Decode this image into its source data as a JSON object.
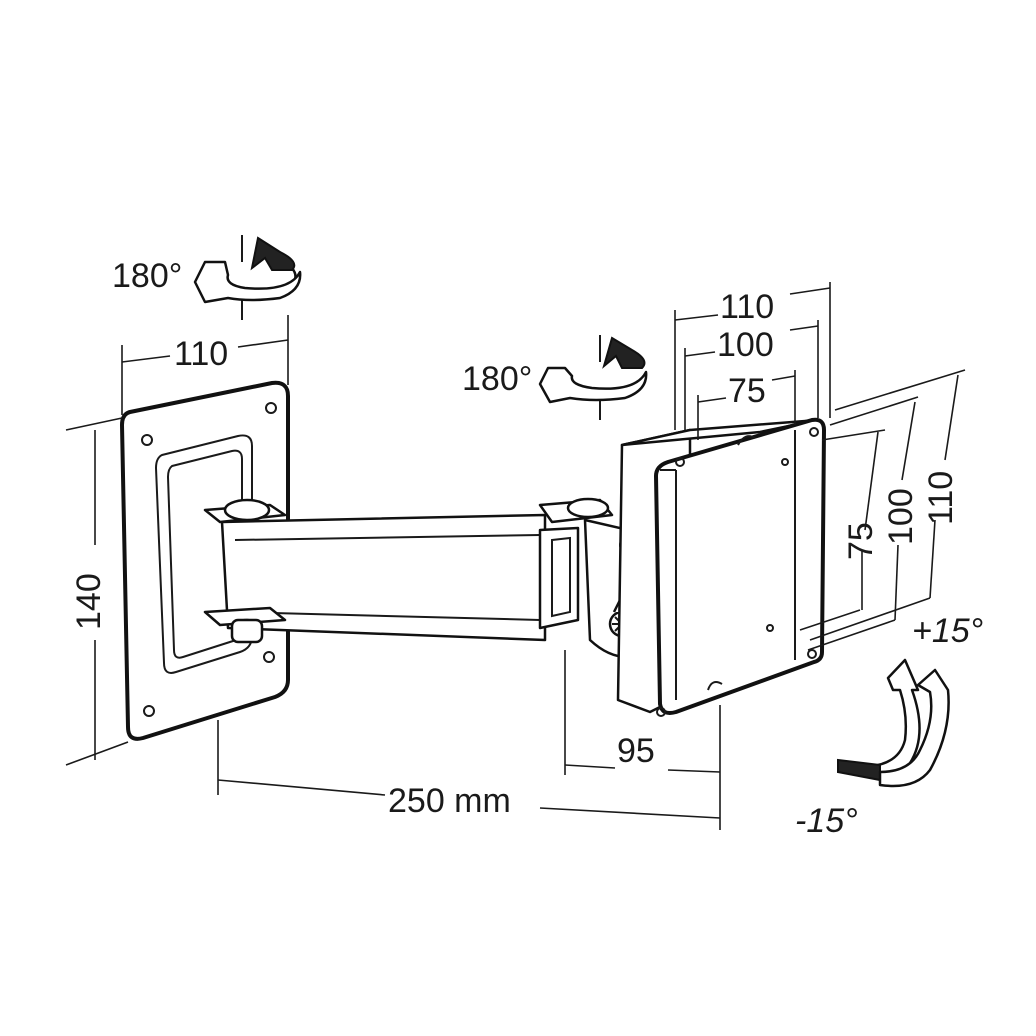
{
  "rotation_left": "180°",
  "rotation_right": "180°",
  "wall_plate_width": "110",
  "wall_plate_height": "140",
  "vesa_outer": "110",
  "vesa_mid": "100",
  "vesa_inner": "75",
  "vesa_side_inner": "75",
  "vesa_side_mid": "100",
  "vesa_side_outer": "110",
  "depth_total": "250 mm",
  "bracket_depth": "95",
  "tilt_up": "+15°",
  "tilt_down": "-15°",
  "colors": {
    "ink": "#111111",
    "background": "#ffffff"
  }
}
